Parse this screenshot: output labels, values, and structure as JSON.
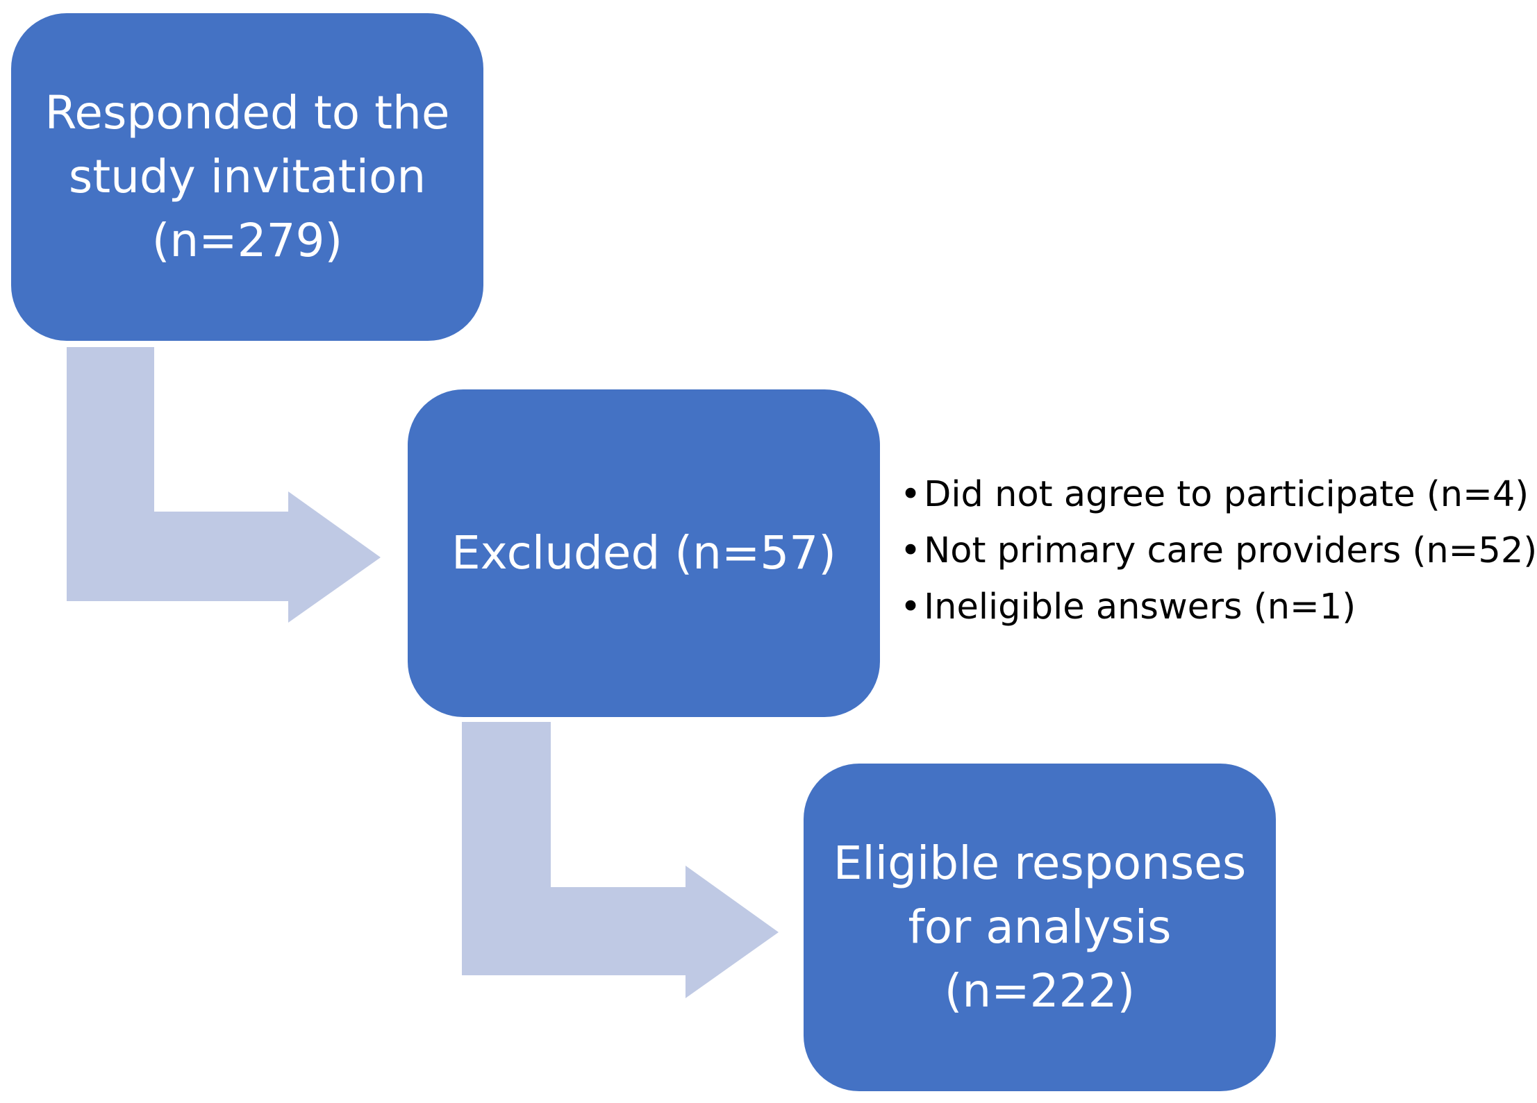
{
  "colors": {
    "box_fill": "#4472c4",
    "arrow_fill": "#bfc9e4",
    "box_text": "#ffffff",
    "note_text": "#000000"
  },
  "nodes": [
    {
      "id": "responded",
      "label": "Responded to the\nstudy invitation\n(n=279)"
    },
    {
      "id": "excluded",
      "label": "Excluded (n=57)"
    },
    {
      "id": "eligible",
      "label": "Eligible responses\nfor analysis\n(n=222)"
    }
  ],
  "exclusion_reasons": [
    "Did not agree to participate (n=4)",
    "Not primary care providers (n=52)",
    "Ineligible answers (n=1)"
  ],
  "edges": [
    {
      "from": "responded",
      "to": "excluded"
    },
    {
      "from": "excluded",
      "to": "eligible"
    }
  ]
}
